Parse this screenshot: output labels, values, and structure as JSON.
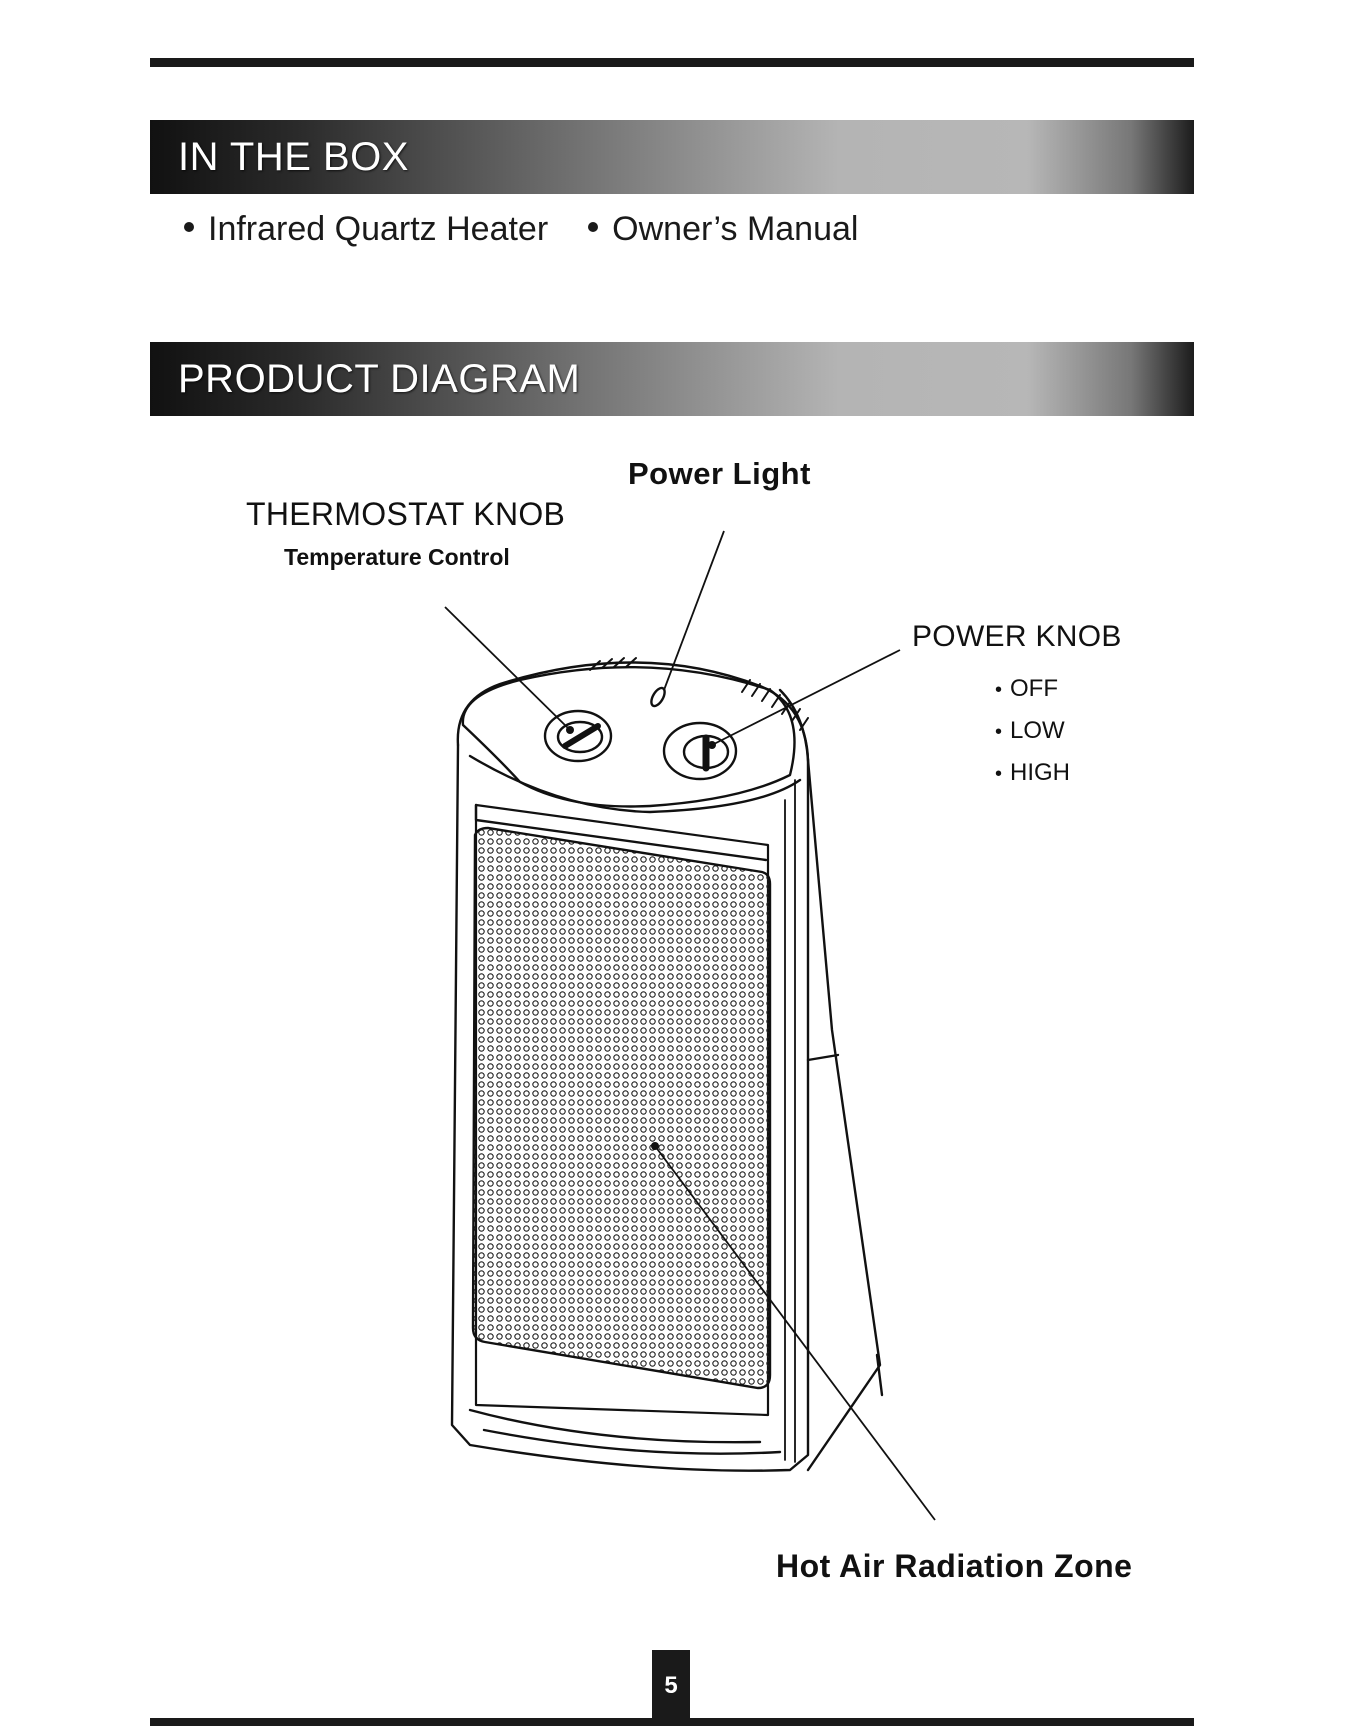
{
  "sections": {
    "in_the_box": {
      "title": "IN THE BOX",
      "items": [
        "Infrared Quartz Heater",
        "Owner’s Manual"
      ]
    },
    "product_diagram": {
      "title": "PRODUCT DIAGRAM"
    }
  },
  "diagram": {
    "power_light": "Power Light",
    "thermostat_knob": "THERMOSTAT KNOB",
    "thermostat_sub": "Temperature Control",
    "power_knob": "POWER KNOB",
    "power_knob_options": [
      "OFF",
      "LOW",
      "HIGH"
    ],
    "hot_air_zone": "Hot Air Radiation Zone"
  },
  "page_number": "5"
}
